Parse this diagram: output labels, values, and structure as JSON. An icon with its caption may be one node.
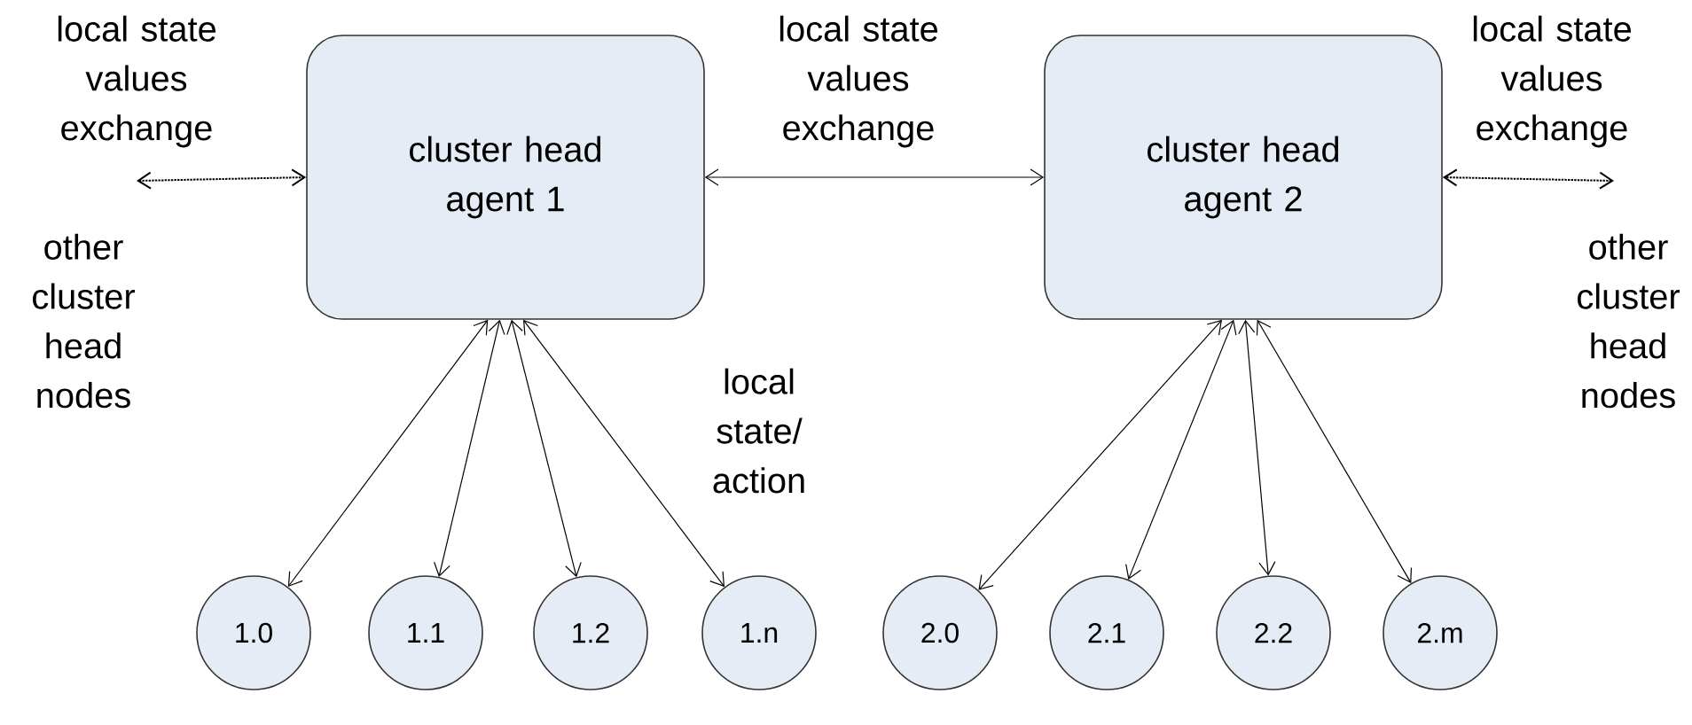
{
  "diagram": {
    "nodes": [
      {
        "text": [
          "cluster head agent 1"
        ]
      },
      {
        "text": [
          "cluster head agent 2"
        ]
      },
      {
        "text": [
          "1.0"
        ]
      },
      {
        "text": [
          "1.1"
        ]
      },
      {
        "text": [
          "1.2"
        ]
      },
      {
        "text": [
          "1.n"
        ]
      },
      {
        "text": [
          "2.0"
        ]
      },
      {
        "text": [
          "2.1"
        ]
      },
      {
        "text": [
          "2.2"
        ]
      },
      {
        "text": [
          "2.m"
        ]
      }
    ],
    "edges": [
      {
        "from": null,
        "to": 0,
        "arrow": "both",
        "style": "dashed",
        "label": "local state values exchange"
      },
      {
        "from": 0,
        "to": 1,
        "arrow": "both",
        "label": "local state values exchange"
      },
      {
        "from": null,
        "to": 1,
        "arrow": "both",
        "style": "dashed",
        "label": "local state values exchange"
      },
      {
        "from": 0,
        "to": 2,
        "arrow": "both"
      },
      {
        "from": 0,
        "to": 3,
        "arrow": "both"
      },
      {
        "from": 0,
        "to": 4,
        "arrow": "both"
      },
      {
        "from": 0,
        "to": 5,
        "arrow": "both"
      },
      {
        "from": 1,
        "to": 6,
        "arrow": "both"
      },
      {
        "from": 1,
        "to": 7,
        "arrow": "both"
      },
      {
        "from": 1,
        "to": 8,
        "arrow": "both"
      },
      {
        "from": 1,
        "to": 9,
        "arrow": "both"
      }
    ],
    "labels": [
      "other cluster head nodes",
      "local state/ action",
      "other cluster head nodes"
    ]
  }
}
